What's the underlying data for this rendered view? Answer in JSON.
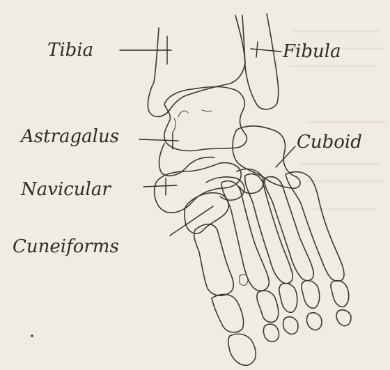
{
  "labels": {
    "tibia": "Tibia",
    "fibula": "Fibula",
    "astragalus": "Astragalus",
    "cuboid": "Cuboid",
    "navicular": "Navicular",
    "cuneiforms": "Cuneiforms"
  },
  "colors": {
    "paper": "#f1ece2",
    "ink": "#2f2b27"
  }
}
